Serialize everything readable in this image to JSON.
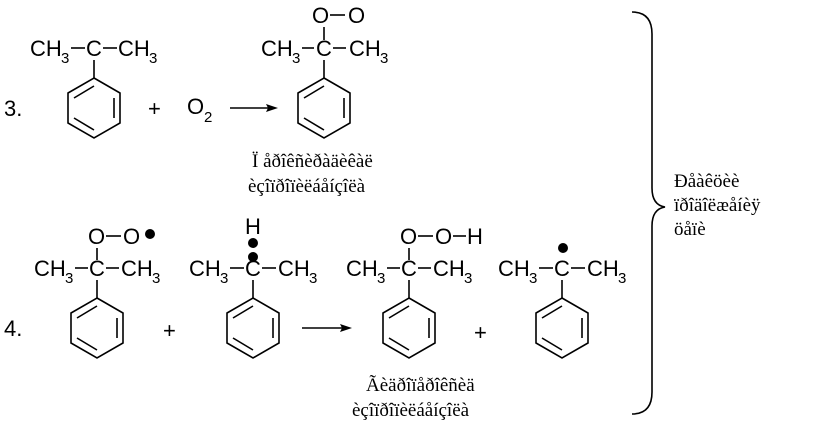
{
  "atoms": {
    "ch3": "CH",
    "sub3": "3",
    "c": "C",
    "o": "O",
    "h": "H",
    "o2": "O",
    "sub2": "2"
  },
  "reactions": [
    {
      "number": "3.",
      "plus": "+",
      "caption_line1": "Ï åðîêñèðàäèêàë",
      "caption_line2": "èçîïðîïèëáåíçîëà"
    },
    {
      "number": "4.",
      "plus1": "+",
      "plus2": "+",
      "caption_line1": "Ãèäðîïåðîêñèä",
      "caption_line2": "èçîïðîïèëáåíçîëà"
    }
  ],
  "side_note": {
    "line1": "Ðåàêöèè",
    "line2": "ïðîäîëæåíèÿ",
    "line3": "öåïè"
  }
}
